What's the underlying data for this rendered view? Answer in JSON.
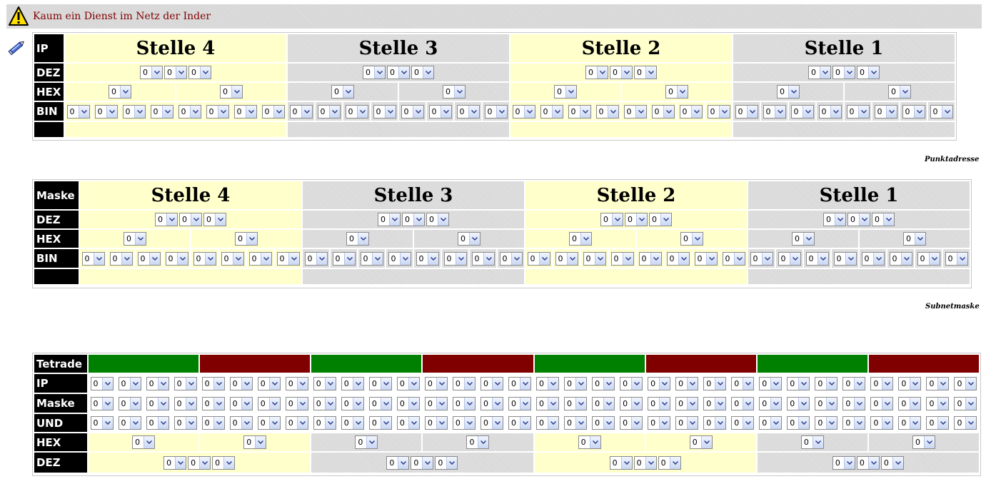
{
  "header": {
    "title": "Kaum ein Dienst im Netz der Inder",
    "warning_icon": "warning-triangle-icon",
    "edit_icon": "pencil-icon"
  },
  "colors": {
    "accent_text": "#800000",
    "cell_yellow": "#ffffcc",
    "cell_gray": "#d8d8d8",
    "tetrade_green": "#008000",
    "tetrade_red": "#800000"
  },
  "ip_table": {
    "caption": "Punktadresse",
    "row_labels": {
      "head": "IP",
      "dez": "DEZ",
      "hex": "HEX",
      "bin": "BIN",
      "result": ""
    },
    "stellen": [
      {
        "title": "Stelle 4",
        "dez": [
          "0",
          "0",
          "0"
        ],
        "hex": [
          "0",
          "0"
        ],
        "bin": [
          "0",
          "0",
          "0",
          "0",
          "0",
          "0",
          "0",
          "0"
        ]
      },
      {
        "title": "Stelle 3",
        "dez": [
          "0",
          "0",
          "0"
        ],
        "hex": [
          "0",
          "0"
        ],
        "bin": [
          "0",
          "0",
          "0",
          "0",
          "0",
          "0",
          "0",
          "0"
        ]
      },
      {
        "title": "Stelle 2",
        "dez": [
          "0",
          "0",
          "0"
        ],
        "hex": [
          "0",
          "0"
        ],
        "bin": [
          "0",
          "0",
          "0",
          "0",
          "0",
          "0",
          "0",
          "0"
        ]
      },
      {
        "title": "Stelle 1",
        "dez": [
          "0",
          "0",
          "0"
        ],
        "hex": [
          "0",
          "0"
        ],
        "bin": [
          "0",
          "0",
          "0",
          "0",
          "0",
          "0",
          "0",
          "0"
        ]
      }
    ]
  },
  "mask_table": {
    "caption": "Subnetmaske",
    "row_labels": {
      "head": "Maske",
      "dez": "DEZ",
      "hex": "HEX",
      "bin": "BIN",
      "result": ""
    },
    "stellen": [
      {
        "title": "Stelle 4",
        "dez": [
          "0",
          "0",
          "0"
        ],
        "hex": [
          "0",
          "0"
        ],
        "bin": [
          "0",
          "0",
          "0",
          "0",
          "0",
          "0",
          "0",
          "0"
        ]
      },
      {
        "title": "Stelle 3",
        "dez": [
          "0",
          "0",
          "0"
        ],
        "hex": [
          "0",
          "0"
        ],
        "bin": [
          "0",
          "0",
          "0",
          "0",
          "0",
          "0",
          "0",
          "0"
        ]
      },
      {
        "title": "Stelle 2",
        "dez": [
          "0",
          "0",
          "0"
        ],
        "hex": [
          "0",
          "0"
        ],
        "bin": [
          "0",
          "0",
          "0",
          "0",
          "0",
          "0",
          "0",
          "0"
        ]
      },
      {
        "title": "Stelle 1",
        "dez": [
          "0",
          "0",
          "0"
        ],
        "hex": [
          "0",
          "0"
        ],
        "bin": [
          "0",
          "0",
          "0",
          "0",
          "0",
          "0",
          "0",
          "0"
        ]
      }
    ]
  },
  "tetrade_table": {
    "row_labels": {
      "head": "Tetrade",
      "ip": "IP",
      "mask": "Maske",
      "and": "UND",
      "hex": "HEX",
      "dez": "DEZ"
    },
    "tetraden": [
      {
        "color": "green",
        "ip": [
          "0",
          "0",
          "0",
          "0"
        ],
        "mask": [
          "0",
          "0",
          "0",
          "0"
        ],
        "and": [
          "0",
          "0",
          "0",
          "0"
        ],
        "hex": "0"
      },
      {
        "color": "darkred",
        "ip": [
          "0",
          "0",
          "0",
          "0"
        ],
        "mask": [
          "0",
          "0",
          "0",
          "0"
        ],
        "and": [
          "0",
          "0",
          "0",
          "0"
        ],
        "hex": "0"
      },
      {
        "color": "green",
        "ip": [
          "0",
          "0",
          "0",
          "0"
        ],
        "mask": [
          "0",
          "0",
          "0",
          "0"
        ],
        "and": [
          "0",
          "0",
          "0",
          "0"
        ],
        "hex": "0"
      },
      {
        "color": "darkred",
        "ip": [
          "0",
          "0",
          "0",
          "0"
        ],
        "mask": [
          "0",
          "0",
          "0",
          "0"
        ],
        "and": [
          "0",
          "0",
          "0",
          "0"
        ],
        "hex": "0"
      },
      {
        "color": "green",
        "ip": [
          "0",
          "0",
          "0",
          "0"
        ],
        "mask": [
          "0",
          "0",
          "0",
          "0"
        ],
        "and": [
          "0",
          "0",
          "0",
          "0"
        ],
        "hex": "0"
      },
      {
        "color": "darkred",
        "ip": [
          "0",
          "0",
          "0",
          "0"
        ],
        "mask": [
          "0",
          "0",
          "0",
          "0"
        ],
        "and": [
          "0",
          "0",
          "0",
          "0"
        ],
        "hex": "0"
      },
      {
        "color": "green",
        "ip": [
          "0",
          "0",
          "0",
          "0"
        ],
        "mask": [
          "0",
          "0",
          "0",
          "0"
        ],
        "and": [
          "0",
          "0",
          "0",
          "0"
        ],
        "hex": "0"
      },
      {
        "color": "darkred",
        "ip": [
          "0",
          "0",
          "0",
          "0"
        ],
        "mask": [
          "0",
          "0",
          "0",
          "0"
        ],
        "and": [
          "0",
          "0",
          "0",
          "0"
        ],
        "hex": "0"
      }
    ],
    "dez": [
      [
        "0",
        "0",
        "0"
      ],
      [
        "0",
        "0",
        "0"
      ],
      [
        "0",
        "0",
        "0"
      ],
      [
        "0",
        "0",
        "0"
      ]
    ]
  }
}
